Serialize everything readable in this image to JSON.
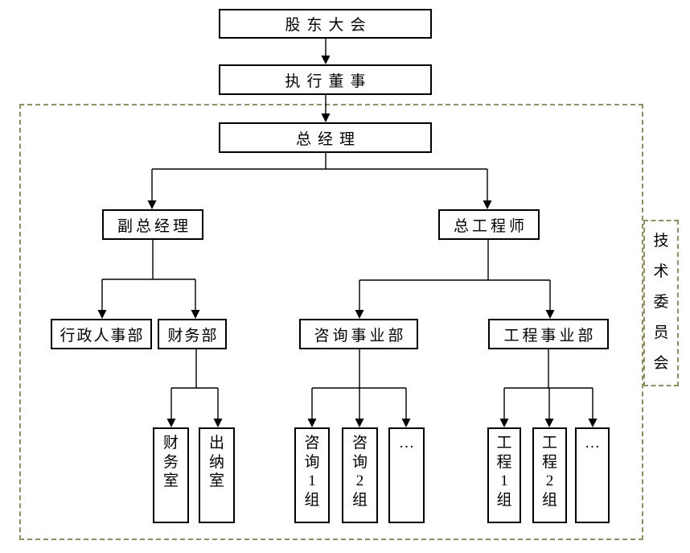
{
  "diagram": {
    "type": "org-chart",
    "colors": {
      "background": "#ffffff",
      "box_border": "#000000",
      "box_fill": "#ffffff",
      "connector_line": "#000000",
      "dashed_border": "#8f8f63"
    },
    "nodes": {
      "shareholders_meeting": {
        "label": "股东大会"
      },
      "executive_director": {
        "label": "执行董事"
      },
      "general_manager": {
        "label": "总经理"
      },
      "deputy_general_manager": {
        "label": "副总经理"
      },
      "chief_engineer": {
        "label": "总工程师"
      },
      "admin_hr_dept": {
        "label": "行政人事部"
      },
      "finance_dept": {
        "label": "财务部"
      },
      "consulting_division": {
        "label": "咨询事业部"
      },
      "engineering_division": {
        "label": "工程事业部"
      },
      "finance_office": {
        "label": "财务室"
      },
      "cashier_office": {
        "label": "出纳室"
      },
      "consulting_group_1": {
        "label": "咨询1组"
      },
      "consulting_group_2": {
        "label": "咨询2组"
      },
      "consulting_more": {
        "label": "…"
      },
      "engineering_group_1": {
        "label": "工程1组"
      },
      "engineering_group_2": {
        "label": "工程2组"
      },
      "engineering_more": {
        "label": "…"
      },
      "tech_committee": {
        "label": "技术委员会"
      }
    },
    "edges": [
      {
        "from": "shareholders_meeting",
        "to": "executive_director"
      },
      {
        "from": "executive_director",
        "to": "general_manager"
      },
      {
        "from": "general_manager",
        "to": "deputy_general_manager"
      },
      {
        "from": "general_manager",
        "to": "chief_engineer"
      },
      {
        "from": "deputy_general_manager",
        "to": "admin_hr_dept"
      },
      {
        "from": "deputy_general_manager",
        "to": "finance_dept"
      },
      {
        "from": "finance_dept",
        "to": "finance_office"
      },
      {
        "from": "finance_dept",
        "to": "cashier_office"
      },
      {
        "from": "chief_engineer",
        "to": "consulting_division"
      },
      {
        "from": "chief_engineer",
        "to": "engineering_division"
      },
      {
        "from": "consulting_division",
        "to": "consulting_group_1"
      },
      {
        "from": "consulting_division",
        "to": "consulting_group_2"
      },
      {
        "from": "consulting_division",
        "to": "consulting_more"
      },
      {
        "from": "engineering_division",
        "to": "engineering_group_1"
      },
      {
        "from": "engineering_division",
        "to": "engineering_group_2"
      },
      {
        "from": "engineering_division",
        "to": "engineering_more"
      }
    ]
  }
}
